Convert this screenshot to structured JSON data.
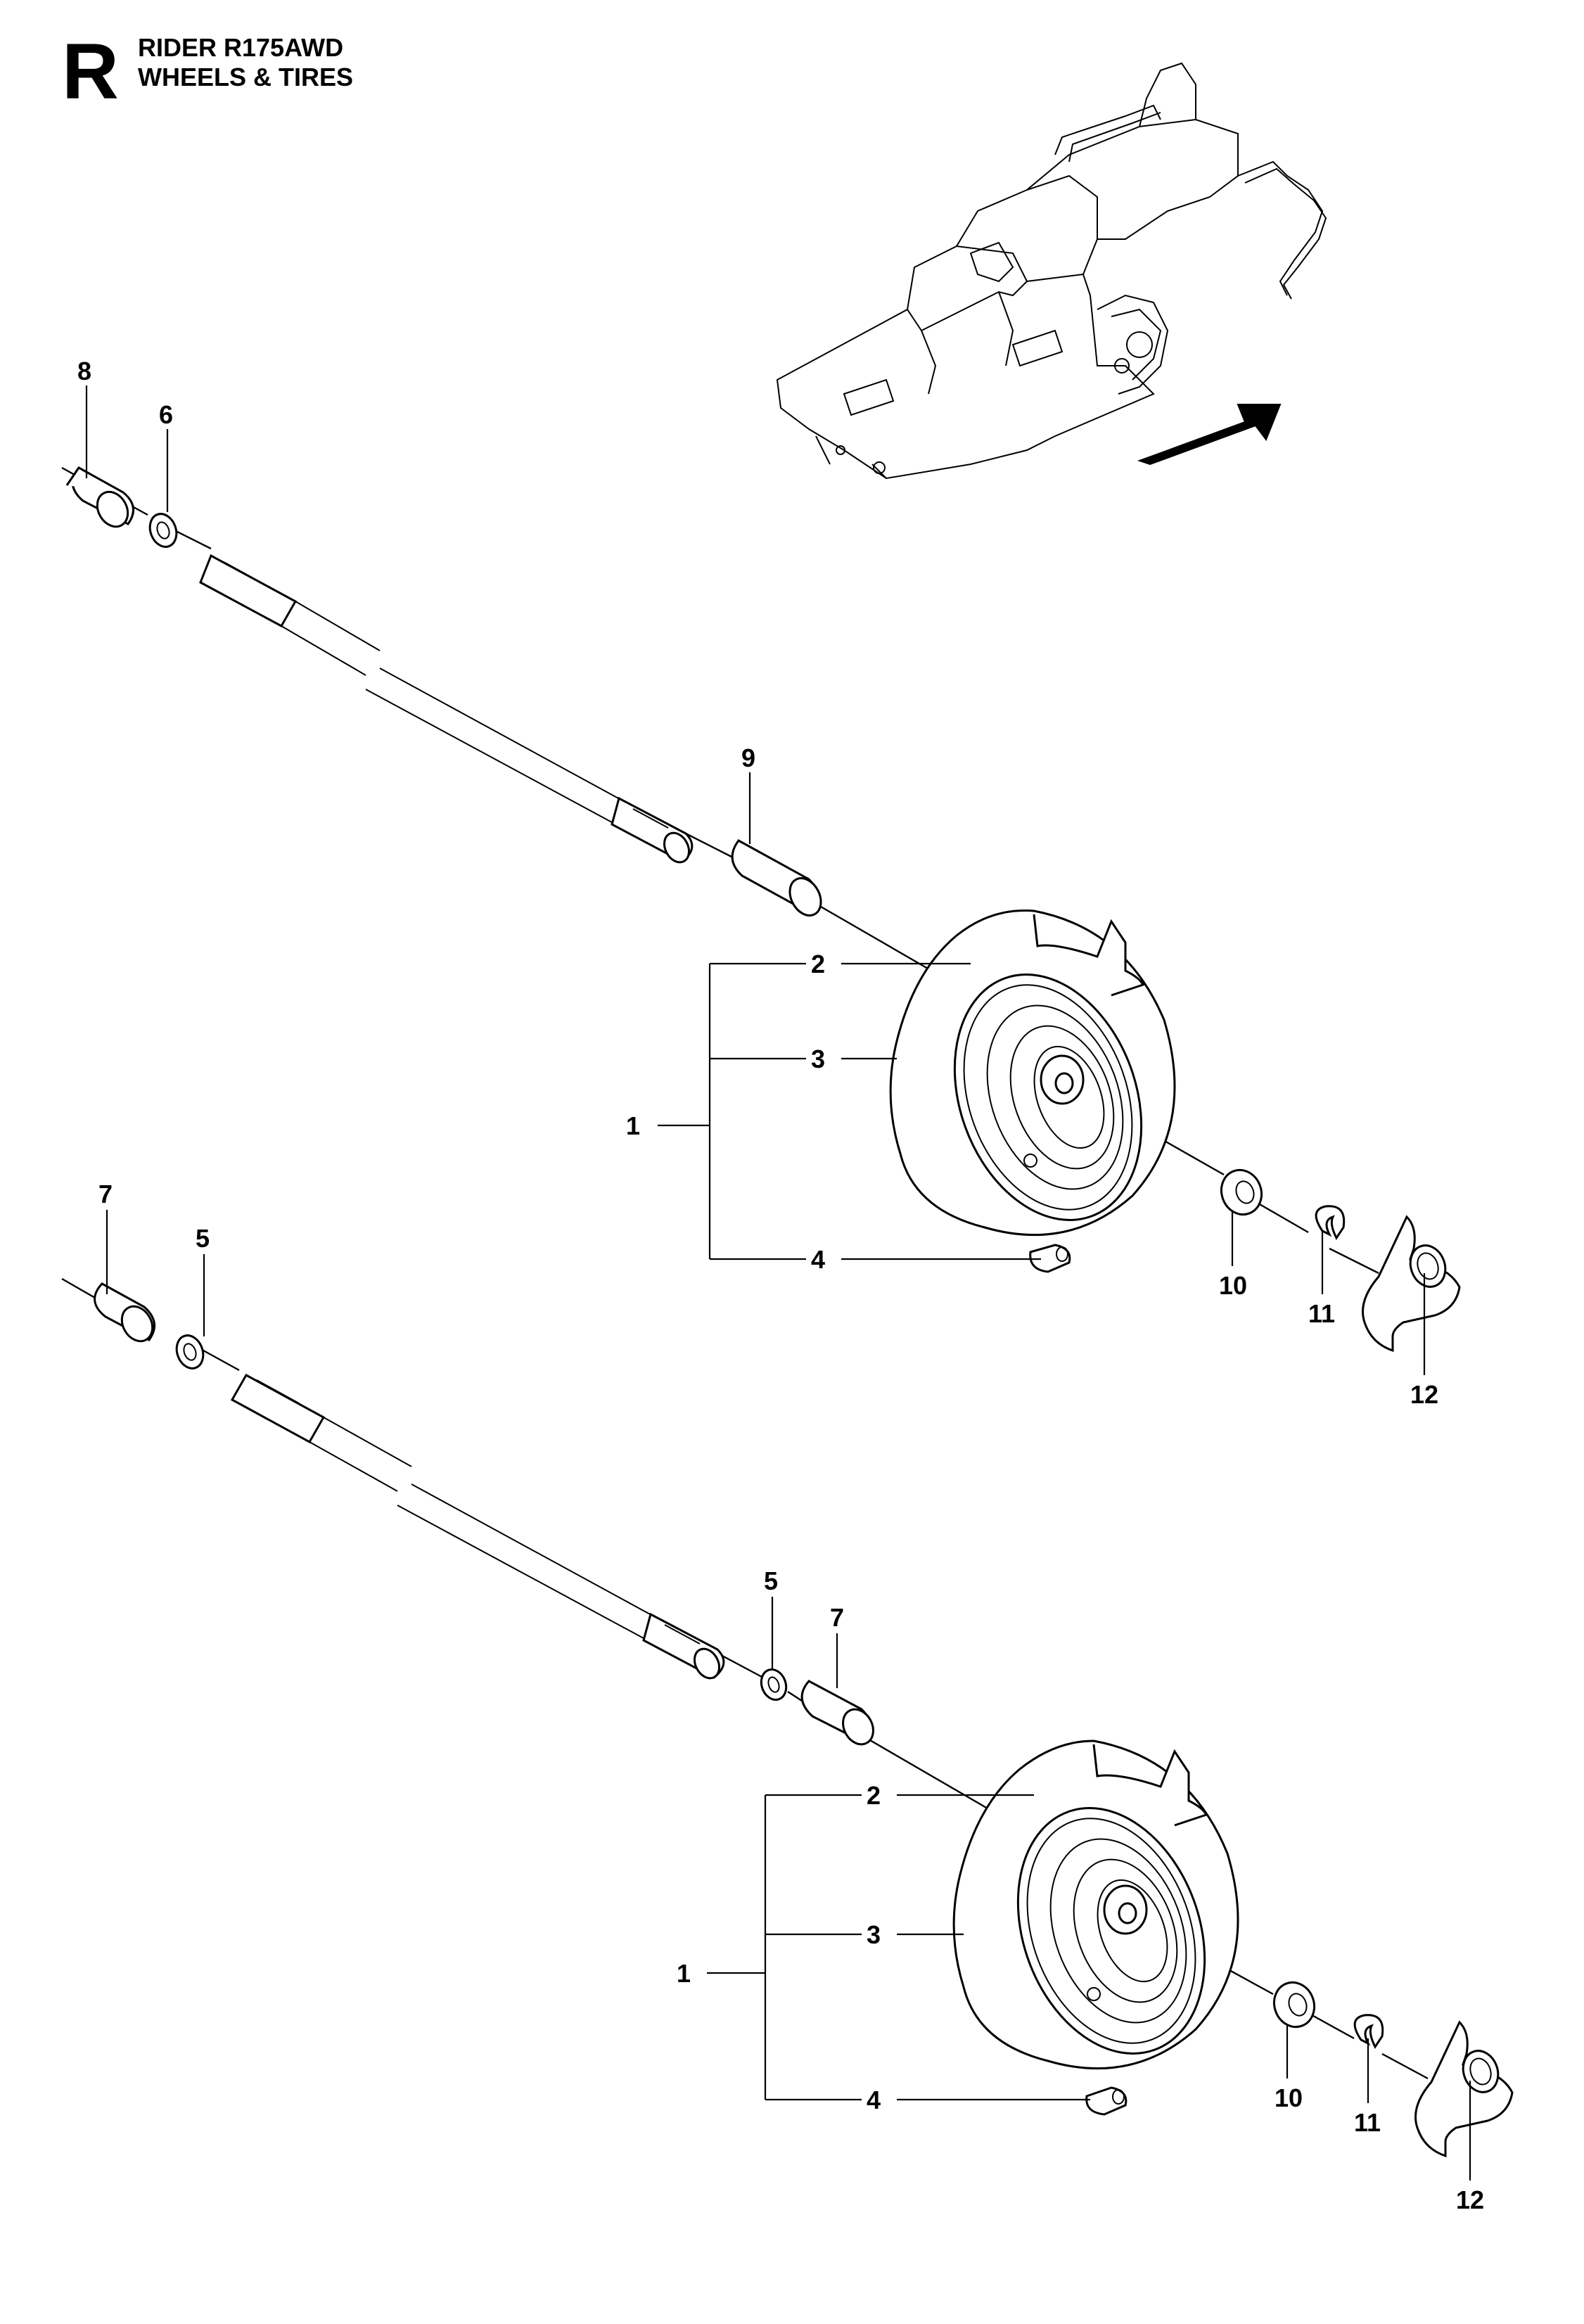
{
  "header": {
    "section_letter": "R",
    "model": "RIDER R175AWD",
    "section_title": "WHEELS & TIRES"
  },
  "callouts": {
    "upper": {
      "c8": "8",
      "c6": "6",
      "c9": "9",
      "c2": "2",
      "c3": "3",
      "c1": "1",
      "c4": "4",
      "c10": "10",
      "c11": "11",
      "c12": "12"
    },
    "lower": {
      "c7a": "7",
      "c5a": "5",
      "c5b": "5",
      "c7b": "7",
      "c2": "2",
      "c3": "3",
      "c1": "1",
      "c4": "4",
      "c10": "10",
      "c11": "11",
      "c12": "12"
    }
  },
  "colors": {
    "line": "#000000",
    "background": "#ffffff",
    "arrow": "#000000"
  },
  "icons": {
    "locator_arrow": "arrow-up-right-icon"
  }
}
